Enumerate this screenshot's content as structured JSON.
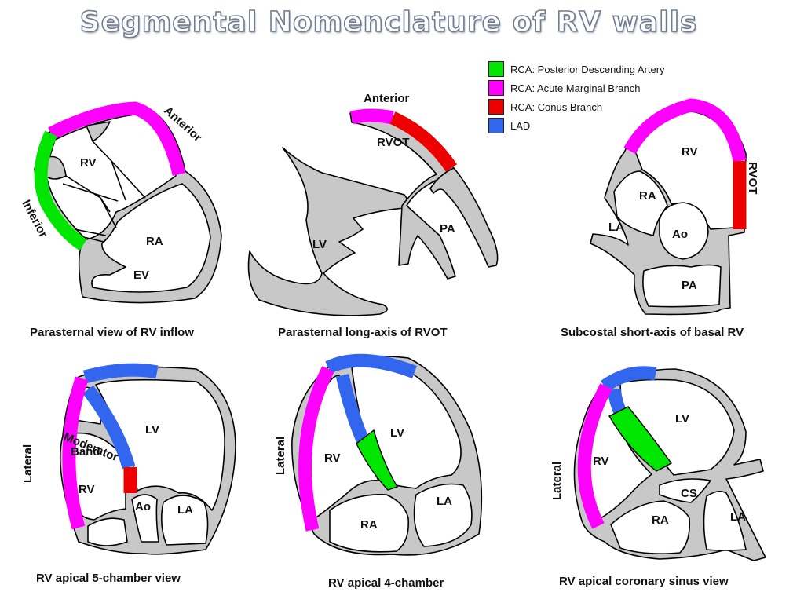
{
  "title": "Segmental Nomenclature of RV walls",
  "colors": {
    "pda": "#00e600",
    "acute_marginal": "#ff00ff",
    "conus": "#ee0000",
    "lad": "#3366ee",
    "wall": "#c8c8c8"
  },
  "legend": [
    {
      "label": "RCA: Posterior Descending Artery",
      "color": "#00e600",
      "icon": "green-square"
    },
    {
      "label": "RCA: Acute Marginal Branch",
      "color": "#ff00ff",
      "icon": "magenta-square"
    },
    {
      "label": "RCA: Conus Branch",
      "color": "#ee0000",
      "icon": "red-square"
    },
    {
      "label": "LAD",
      "color": "#3366ee",
      "icon": "blue-square"
    }
  ],
  "panels": {
    "inflow": {
      "caption": "Parasternal view of RV inflow",
      "labels": {
        "rv": "RV",
        "ra": "RA",
        "ev": "EV",
        "anterior": "Anterior",
        "inferior": "Inferior"
      }
    },
    "rvot": {
      "caption": "Parasternal long-axis of RVOT",
      "labels": {
        "anterior": "Anterior",
        "rvot": "RVOT",
        "lv": "LV",
        "pa": "PA"
      }
    },
    "subcostal": {
      "caption": "Subcostal short-axis of basal RV",
      "labels": {
        "rv": "RV",
        "rvot": "RVOT",
        "ra": "RA",
        "la": "LA",
        "ao": "Ao",
        "pa": "PA"
      }
    },
    "five_chamber": {
      "caption": "RV apical 5-chamber view",
      "labels": {
        "lateral": "Lateral",
        "moderator_1": "Moderator",
        "moderator_2": "Band",
        "lv": "LV",
        "rv": "RV",
        "ao": "Ao",
        "la": "LA"
      }
    },
    "four_chamber": {
      "caption": "RV apical 4-chamber",
      "labels": {
        "lateral": "Lateral",
        "rv": "RV",
        "lv": "LV",
        "ra": "RA",
        "la": "LA"
      }
    },
    "coronary_sinus": {
      "caption": "RV apical coronary sinus view",
      "labels": {
        "lateral": "Lateral",
        "rv": "RV",
        "lv": "LV",
        "cs": "CS",
        "ra": "RA",
        "la": "LA"
      }
    }
  }
}
